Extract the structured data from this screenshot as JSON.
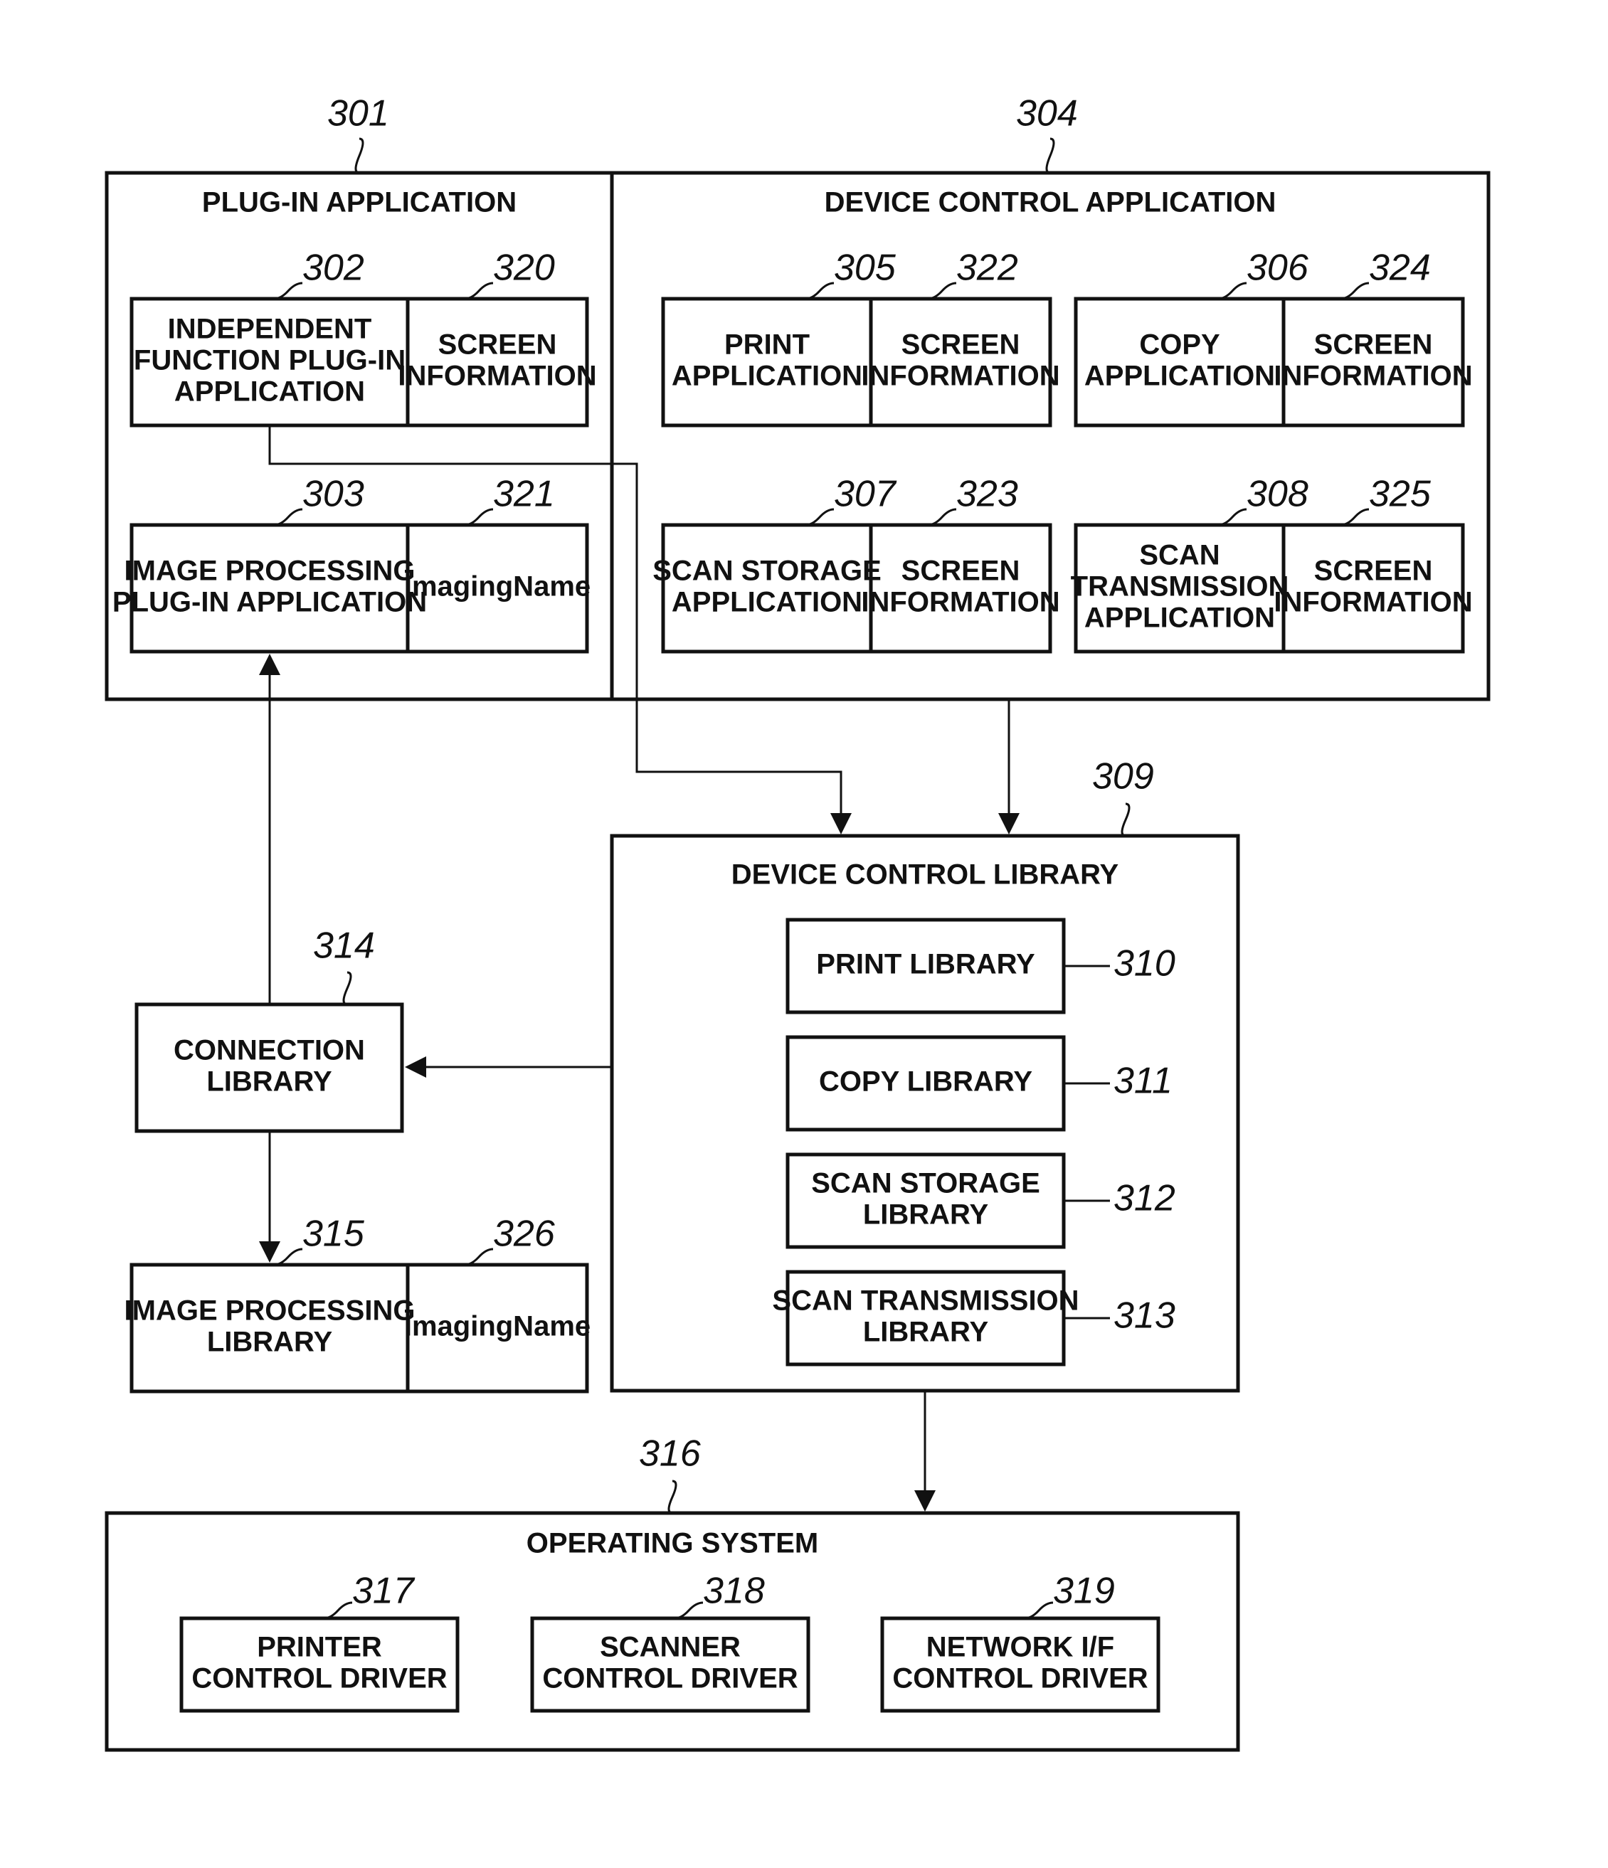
{
  "plugin_application": {
    "ref": "301",
    "title": "PLUG-IN APPLICATION",
    "independent_function": {
      "ref": "302",
      "label": [
        "INDEPENDENT",
        "FUNCTION PLUG-IN",
        "APPLICATION"
      ]
    },
    "independent_screen": {
      "ref": "320",
      "label": [
        "SCREEN",
        "INFORMATION"
      ]
    },
    "image_processing": {
      "ref": "303",
      "label": [
        "IMAGE PROCESSING",
        "PLUG-IN APPLICATION"
      ]
    },
    "image_processing_name": {
      "ref": "321",
      "label": [
        "ImagingName"
      ]
    }
  },
  "device_control_application": {
    "ref": "304",
    "title": "DEVICE CONTROL APPLICATION",
    "print_app": {
      "ref": "305",
      "label": [
        "PRINT",
        "APPLICATION"
      ]
    },
    "print_screen": {
      "ref": "322",
      "label": [
        "SCREEN",
        "INFORMATION"
      ]
    },
    "copy_app": {
      "ref": "306",
      "label": [
        "COPY",
        "APPLICATION"
      ]
    },
    "copy_screen": {
      "ref": "324",
      "label": [
        "SCREEN",
        "INFORMATION"
      ]
    },
    "scan_storage_app": {
      "ref": "307",
      "label": [
        "SCAN STORAGE",
        "APPLICATION"
      ]
    },
    "scan_storage_screen": {
      "ref": "323",
      "label": [
        "SCREEN",
        "INFORMATION"
      ]
    },
    "scan_transmission_app": {
      "ref": "308",
      "label": [
        "SCAN",
        "TRANSMISSION",
        "APPLICATION"
      ]
    },
    "scan_transmission_screen": {
      "ref": "325",
      "label": [
        "SCREEN",
        "INFORMATION"
      ]
    }
  },
  "device_control_library": {
    "ref": "309",
    "title": "DEVICE CONTROL LIBRARY",
    "print_library": {
      "ref": "310",
      "label": [
        "PRINT LIBRARY"
      ]
    },
    "copy_library": {
      "ref": "311",
      "label": [
        "COPY LIBRARY"
      ]
    },
    "scan_storage_library": {
      "ref": "312",
      "label": [
        "SCAN STORAGE",
        "LIBRARY"
      ]
    },
    "scan_transmission_library": {
      "ref": "313",
      "label": [
        "SCAN TRANSMISSION",
        "LIBRARY"
      ]
    }
  },
  "connection_library": {
    "ref": "314",
    "label": [
      "CONNECTION",
      "LIBRARY"
    ]
  },
  "image_processing_library": {
    "ref": "315",
    "label": [
      "IMAGE PROCESSING",
      "LIBRARY"
    ]
  },
  "image_processing_library_name": {
    "ref": "326",
    "label": [
      "ImagingName"
    ]
  },
  "operating_system": {
    "ref": "316",
    "title": "OPERATING SYSTEM",
    "printer_driver": {
      "ref": "317",
      "label": [
        "PRINTER",
        "CONTROL DRIVER"
      ]
    },
    "scanner_driver": {
      "ref": "318",
      "label": [
        "SCANNER",
        "CONTROL DRIVER"
      ]
    },
    "network_driver": {
      "ref": "319",
      "label": [
        "NETWORK I/F",
        "CONTROL DRIVER"
      ]
    }
  }
}
